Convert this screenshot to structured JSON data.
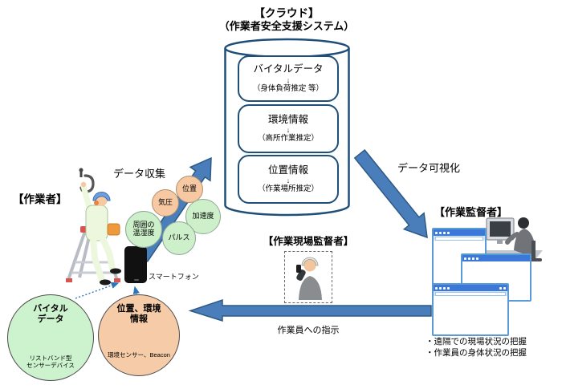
{
  "header": {
    "title_line1": "【クラウド】",
    "title_line2": "（作業者安全支援システム）"
  },
  "cloud": {
    "boxes": [
      {
        "title": "バイタルデータ",
        "arrow": "↓",
        "subtitle": "（身体負荷推定 等）"
      },
      {
        "title": "環境情報",
        "arrow": "↓",
        "subtitle": "（高所作業推定）"
      },
      {
        "title": "位置情報",
        "arrow": "↓",
        "subtitle": "（作業場所推定）"
      }
    ]
  },
  "flows": {
    "data_collection": "データ収集",
    "data_visualization": "データ可視化",
    "instruction_to_workers": "作業員への指示"
  },
  "worker": {
    "label": "【作業者】",
    "smartphone_label": "スマートフォン"
  },
  "sensor_bubbles": [
    {
      "label": "位置"
    },
    {
      "label": "気圧"
    },
    {
      "label": "加速度"
    },
    {
      "label": "パルス"
    },
    {
      "label": "周囲の\n温湿度"
    }
  ],
  "devices": {
    "vital": {
      "title": "バイタル\nデータ",
      "caption": "リストバンド型\nセンサーデバイス"
    },
    "environment": {
      "title": "位置、環境\n情報",
      "caption": "環境センサー、Beacon"
    }
  },
  "site_supervisor": {
    "label": "【作業現場監督者】"
  },
  "supervisor": {
    "label": "【作業監督者】",
    "notes": [
      "・遠隔での現場状況の把握",
      "・作業員の身体状況の把握"
    ]
  },
  "colors": {
    "arrow_blue": "#4A7EBB",
    "arrow_border": "#2E5984",
    "cylinder_border": "#1F4E79",
    "bubble_green": "#CDEFC9",
    "bubble_peach": "#F6C9A3"
  }
}
